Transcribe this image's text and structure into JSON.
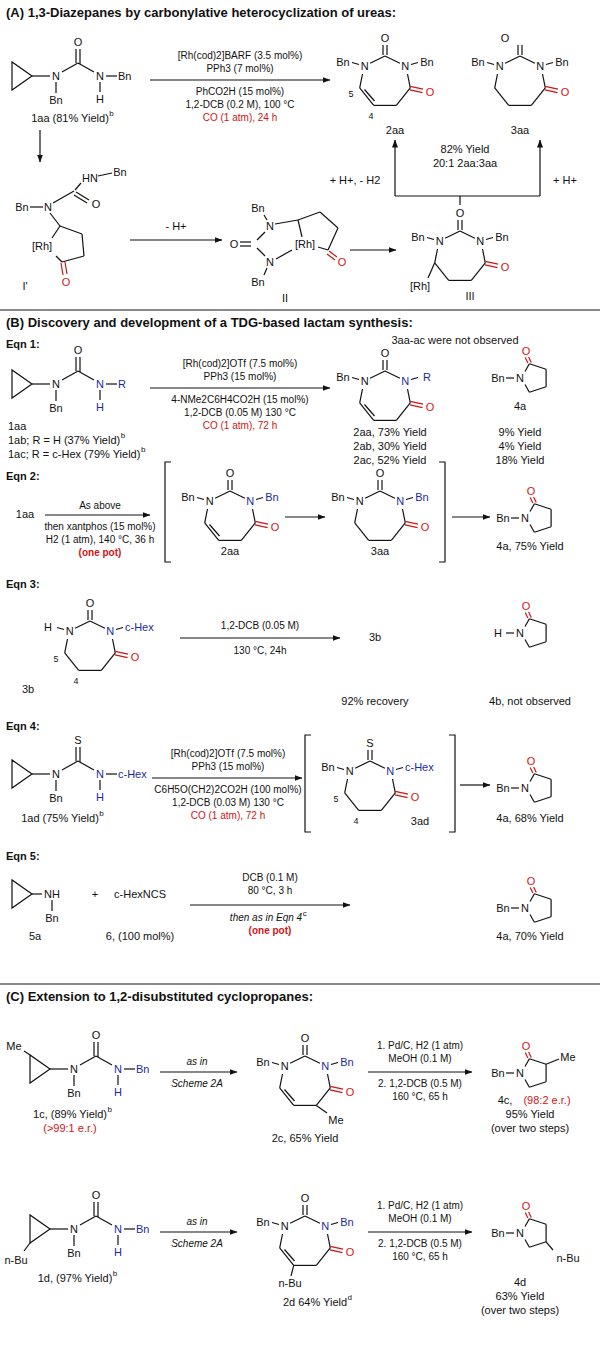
{
  "diagram": {
    "labels": [
      "(A) 1,3-Diazepanes by carbonylative heterocyclization of ureas:",
      "O",
      "N",
      "Bn",
      "N",
      "H",
      "Bn",
      "1aa (81% Yield)",
      "b",
      "[Rh(cod)2]BARF (3.5 mol%)",
      "PPh3 (7 mol%)",
      "PhCO2H (15 mol%)",
      "1,2-DCB (0.2 M), 100 °C",
      "CO (1 atm), 24 h",
      "O",
      "N",
      "Bn",
      "N",
      "Bn",
      "O",
      "5",
      "4",
      "2aa",
      "O",
      "N",
      "Bn",
      "N",
      "Bn",
      "O",
      "3aa",
      "82% Yield",
      "20:1 2aa:3aa",
      "+ H+, - H2",
      "+ H+",
      "HN",
      "Bn",
      "Bn",
      "N",
      "O",
      "[Rh]",
      "O",
      "I'",
      "- H+",
      "Bn",
      "N",
      "O",
      "N",
      "Bn",
      "[Rh]",
      "O",
      "II",
      "O",
      "N",
      "Bn",
      "N",
      "Bn",
      "O",
      "[Rh]",
      "III",
      "(B) Discovery and development of a TDG-based lactam synthesis:",
      "Eqn 1:",
      "O",
      "N",
      "Bn",
      "N",
      "H",
      "R",
      "1aa",
      "1ab; R = H (37% Yield)",
      "b",
      "1ac; R = c-Hex (79% Yield)",
      "b",
      "[Rh(cod)2]OTf (7.5 mol%)",
      "PPh3 (15 mol%)",
      "4-NMe2C6H4CO2H (15 mol%)",
      "1,2-DCB (0.05 M) 130 °C",
      "CO (1 atm), 72 h",
      "3aa-ac were not observed",
      "O",
      "N",
      "Bn",
      "N",
      "R",
      "O",
      "O",
      "Bn",
      "N",
      "4a",
      "2aa, 73% Yield",
      "2ab, 30% Yield",
      "2ac, 52% Yield",
      "9% Yield",
      "4% Yield",
      "18% Yield",
      "Eqn 2:",
      "1aa",
      "As above",
      "then xantphos (15 mol%)",
      "H2 (1 atm), 140 °C, 36 h",
      "(one pot)",
      "O",
      "N",
      "Bn",
      "N",
      "Bn",
      "O",
      "2aa",
      "O",
      "N",
      "Bn",
      "N",
      "Bn",
      "O",
      "3aa",
      "O",
      "Bn",
      "N",
      "4a, 75% Yield",
      "Eqn 3:",
      "O",
      "N",
      "H",
      "N",
      "c-Hex",
      "O",
      "5",
      "4",
      "3b",
      "1,2-DCB (0.05 M)",
      "130 °C, 24h",
      "3b",
      "92% recovery",
      "O",
      "H",
      "N",
      "4b, not observed",
      "Eqn 4:",
      "S",
      "N",
      "Bn",
      "N",
      "H",
      "c-Hex",
      "1ad (75% Yield)",
      "b",
      "[Rh(cod)2]OTf (7.5 mol%)",
      "PPh3 (15 mol%)",
      "C6H5O(CH2)2CO2H (100 mol%)",
      "1,2-DCB (0.03 M) 130 °C",
      "CO (1 atm), 72 h",
      "S",
      "N",
      "Bn",
      "N",
      "c-Hex",
      "O",
      "5",
      "4",
      "3ad",
      "O",
      "Bn",
      "N",
      "4a, 68% Yield",
      "Eqn 5:",
      "NH",
      "Bn",
      "5a",
      "+",
      "c-HexNCS",
      "6, (100 mol%)",
      "DCB (0.1 M)",
      "80 °C, 3 h",
      "then as in Eqn 4",
      "c",
      "(one pot)",
      "O",
      "Bn",
      "N",
      "4a, 70% Yield",
      "(C) Extension to 1,2-disubstituted cyclopropanes:",
      "Me",
      "O",
      "N",
      "Bn",
      "N",
      "H",
      "Bn",
      "1c, (89% Yield)",
      "b",
      "(>99:1 e.r.)",
      "as in",
      "Scheme 2A",
      "O",
      "N",
      "Bn",
      "N",
      "Bn",
      "O",
      "Me",
      "2c, 65% Yield",
      "1. Pd/C, H2 (1 atm)",
      "MeOH (0.1 M)",
      "2. 1,2-DCB (0.5 M)",
      "160 °C, 65 h",
      "O",
      "Bn",
      "N",
      "Me",
      "4c,",
      "(98:2 e.r.)",
      "95% Yield",
      "(over two steps)",
      "n-Bu",
      "O",
      "N",
      "Bn",
      "N",
      "H",
      "Bn",
      "1d, (97% Yield)",
      "b",
      "as in",
      "Scheme 2A",
      "O",
      "N",
      "Bn",
      "N",
      "Bn",
      "O",
      "n-Bu",
      "2d 64% Yield",
      "d",
      "1. Pd/C, H2 (1 atm)",
      "MeOH (0.1 M)",
      "2. 1,2-DCB (0.5 M)",
      "160 °C, 65 h",
      "O",
      "Bn",
      "N",
      "n-Bu",
      "4d",
      "63% Yield",
      "(over two steps)"
    ]
  }
}
